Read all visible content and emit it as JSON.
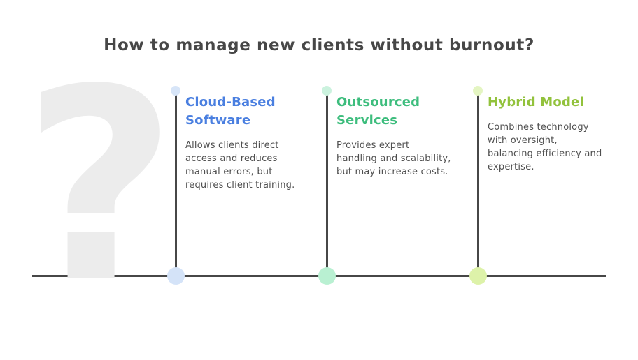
{
  "title": "How to manage new clients without burnout?",
  "watermark": {
    "glyph": "?"
  },
  "columns": [
    {
      "heading": "Cloud-Based Software",
      "body": "Allows clients direct access and reduces manual errors, but requires client training.",
      "heading_color": "#4a7fe0",
      "dot_top_color": "#d7e5f8",
      "dot_bottom_color": "#d4e3f8"
    },
    {
      "heading": "Outsourced Services",
      "body": "Provides expert handling and scalability, but may increase costs.",
      "heading_color": "#3dbd7d",
      "dot_top_color": "#cbf2de",
      "dot_bottom_color": "#b9f0d2"
    },
    {
      "heading": "Hybrid Model",
      "body": "Combines technology with oversight, balancing efficiency and expertise.",
      "heading_color": "#92c23c",
      "dot_top_color": "#e4f5c2",
      "dot_bottom_color": "#ddf2a9"
    }
  ],
  "colors": {
    "background": "#ffffff",
    "title_text": "#474747",
    "body_text": "#4f4f4f",
    "line": "#474747",
    "watermark": "#ececec"
  }
}
